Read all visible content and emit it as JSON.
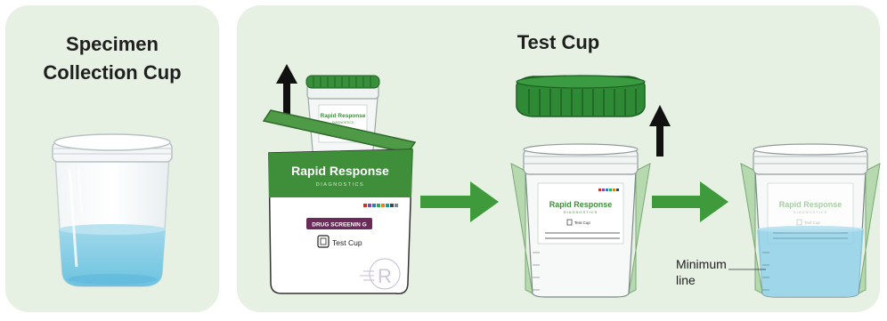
{
  "panels": {
    "left": {
      "title_line1": "Specimen",
      "title_line2": "Collection Cup"
    },
    "right": {
      "title": "Test Cup"
    }
  },
  "pouch": {
    "brand": "Rapid Response",
    "subbrand": "DIAGNOSTICS",
    "badge": "DRUG SCREENIN  G",
    "product": "Test Cup",
    "logo_letter": "R"
  },
  "cup_label": {
    "brand": "Rapid Response",
    "subbrand": "DIAGNOSTICS",
    "product": "Test Cup"
  },
  "annotation": {
    "min_line_1": "Minimum",
    "min_line_2": "line"
  },
  "colors": {
    "panel_bg": "#e6f1e3",
    "brand_green": "#3e8e3a",
    "lid_green": "#2f8a35",
    "arrow_green": "#3f9a3c",
    "liquid_blue": "#8fd0e6",
    "badge_purple": "#6b2a5a"
  }
}
